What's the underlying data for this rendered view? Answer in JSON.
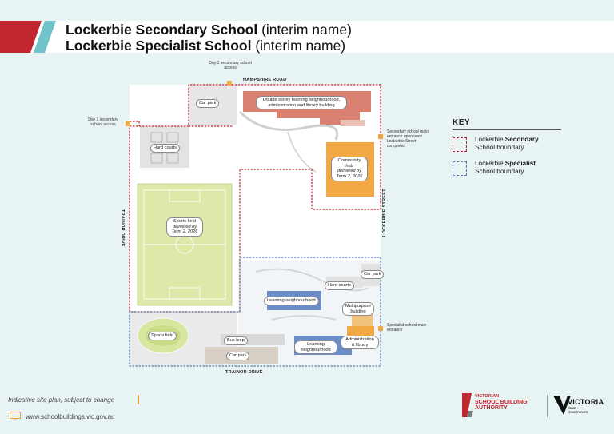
{
  "header": {
    "line1_name": "Lockerbie Secondary School",
    "line1_interim": "(interim name)",
    "line2_name": "Lockerbie Specialist School",
    "line2_interim": "(interim name)",
    "accent_colors": [
      "#c0262d",
      "#6fc3c9"
    ]
  },
  "map": {
    "roads": {
      "hampshire": "HAMPSHIRE ROAD",
      "trainor_left": "TRAINOR DRIVE",
      "trainor_bottom": "TRAINOR DRIVE",
      "lockerbie": "LOCKERBIE STREET"
    },
    "labels": {
      "car_park_top": "Car park",
      "learning_building": "Double storey learning neighbourhood, administration and library building",
      "hard_courts_top": "Hard courts",
      "community_hub_title": "Community hub",
      "community_hub_note": "delivered by Term 2, 2026",
      "sports_field_main_title": "Sports field",
      "sports_field_main_note": "delivered by Term 2, 2026",
      "car_park_right": "Car park",
      "hard_courts_lower": "Hard courts",
      "learning_neighbourhood_mid": "Learning neighbourhood",
      "multipurpose": "Multipurpose building",
      "sports_field_oval": "Sports field",
      "bus_loop": "Bus loop",
      "car_park_bottom": "Car park",
      "learning_neighbourhood_bottom": "Learning neighbourhood",
      "admin_library": "Administration & library"
    },
    "access_notes": {
      "day1_top": "Day 1 secondary school access",
      "day1_left": "Day 1 secondary school access",
      "secondary_main": "Secondary school main entrance open once Lockerbie Street completed",
      "specialist_main": "Specialist school main entrance"
    },
    "colors": {
      "secondary_boundary": "#c0262d",
      "specialist_boundary": "#4f7fb5",
      "learning_building": "#d98070",
      "community_hub": "#f1a845",
      "sports_field": "#dde9a8",
      "specialist_buildings": "#6b8cc7"
    }
  },
  "key": {
    "title": "KEY",
    "items": [
      {
        "prefix": "Lockerbie ",
        "bold": "Secondary",
        "suffix": "School boundary",
        "color": "#c0262d"
      },
      {
        "prefix": "Lockerbie ",
        "bold": "Specialist",
        "suffix": "School boundary",
        "color": "#4f7fb5"
      }
    ]
  },
  "footer": {
    "note": "Indicative site plan, subject to change",
    "url": "www.schoolbuildings.vic.gov.au",
    "sba_line1": "VICTORIAN",
    "sba_line2": "SCHOOL BUILDING",
    "sba_line3": "AUTHORITY",
    "vic_title": "VICTORIA",
    "vic_sub1": "State",
    "vic_sub2": "Government"
  }
}
